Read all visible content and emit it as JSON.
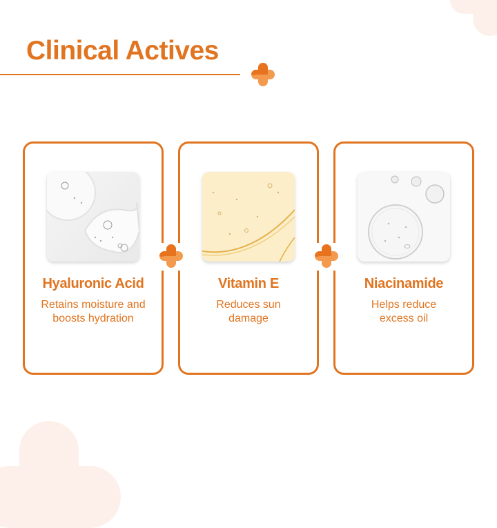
{
  "header": {
    "title": "Clinical Actives"
  },
  "colors": {
    "accent": "#e07420",
    "accent_light": "#f39a4f",
    "background_blob": "#fdf0ea",
    "vitamin_e_tint": "#fbeec9"
  },
  "cards": [
    {
      "name": "Hyaluronic Acid",
      "description": "Retains moisture and boosts hydration",
      "image_icon": "serum-droplets-clear-icon"
    },
    {
      "name": "Vitamin E",
      "description": "Reduces sun damage",
      "image_icon": "serum-oil-yellow-icon"
    },
    {
      "name": "Niacinamide",
      "description": "Helps reduce excess oil",
      "image_icon": "serum-bubble-icon"
    }
  ],
  "connectors": [
    {
      "icon": "plus-cross-icon"
    },
    {
      "icon": "plus-cross-icon"
    }
  ]
}
